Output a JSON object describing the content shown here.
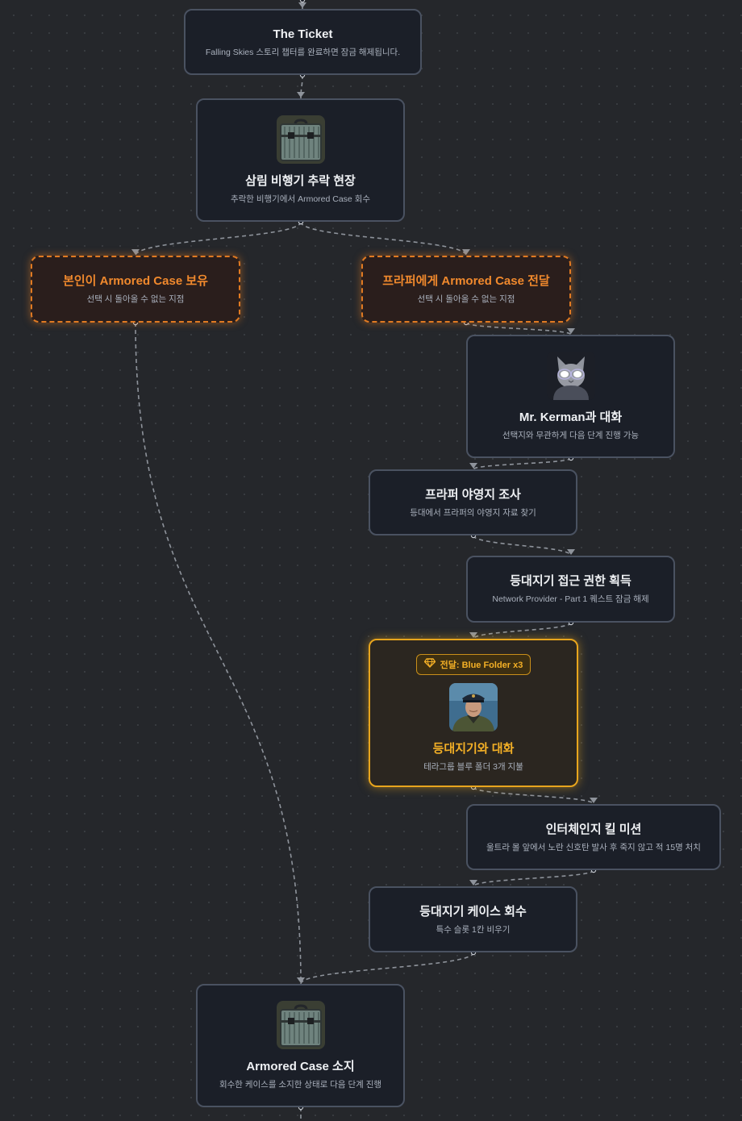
{
  "nodes": {
    "ticket": {
      "title": "The Ticket",
      "desc": "Falling Skies 스토리 챕터를 완료하면 잠금 해제됩니다."
    },
    "crash_site": {
      "title": "삼림 비행기 추락 현장",
      "desc": "추락한 비행기에서 Armored Case 회수",
      "icon": "armored-case-icon"
    },
    "keep_case": {
      "title": "본인이 Armored Case 보유",
      "desc": "선택 시 돌아올 수 없는 지점"
    },
    "give_case": {
      "title": "프라퍼에게 Armored Case 전달",
      "desc": "선택 시 돌아올 수 없는 지점"
    },
    "kerman": {
      "title": "Mr. Kerman과 대화",
      "desc": "선택지와 무관하게 다음 단계 진행 가능",
      "icon": "mr-kerman-portrait"
    },
    "prapor_camp": {
      "title": "프라퍼 야영지 조사",
      "desc": "등대에서 프라퍼의 야영지 자료 찾기"
    },
    "access": {
      "title": "등대지기 접근 권한 획득",
      "desc": "Network Provider - Part 1 퀘스트 잠금 해제"
    },
    "lightkeeper": {
      "title": "등대지기와 대화",
      "desc": "테라그룹 블루 폴더 3개 지불",
      "badge": "전달: Blue Folder x3",
      "icon": "lightkeeper-portrait"
    },
    "kill_mission": {
      "title": "인터체인지 킬 미션",
      "desc": "울트라 몰 앞에서 노란 신호탄 발사 후 죽지 않고 적 15명 처치"
    },
    "retrieve_case": {
      "title": "등대지기 케이스 회수",
      "desc": "특수 슬롯 1칸 비우기"
    },
    "own_case": {
      "title": "Armored Case 소지",
      "desc": "회수한 케이스를 소지한 상태로 다음 단계 진행",
      "icon": "armored-case-icon"
    }
  },
  "colors": {
    "background": "#25272b",
    "node_bg": "#1b1f28",
    "node_border": "#4a5261",
    "choice_accent": "#f0892d",
    "highlight_accent": "#f4b026",
    "edge": "#8e939b"
  }
}
